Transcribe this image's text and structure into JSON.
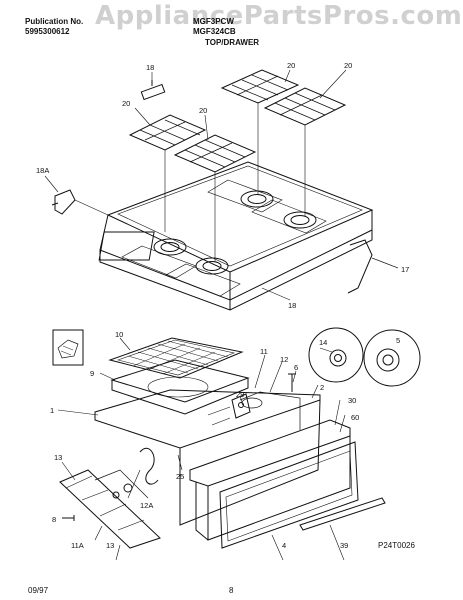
{
  "header": {
    "publication_label": "Publication No.",
    "publication_number": "5995300612",
    "model_1": "MGF3PCW",
    "model_2": "MGF324CB",
    "section_title": "TOP/DRAWER"
  },
  "watermark": "AppliancePartsPros.com",
  "callouts": {
    "c18_top": "18",
    "c20_a": "20",
    "c20_b": "20",
    "c20_c": "20",
    "c20_d": "20",
    "c18a": "18A",
    "c17": "17",
    "c18_bottom": "18",
    "c10": "10",
    "c9": "9",
    "c1": "1",
    "c11": "11",
    "c12": "12",
    "c6": "6",
    "c2": "2",
    "c14": "14",
    "c5": "5",
    "c30": "30",
    "c60": "60",
    "c29": "29",
    "c25": "25",
    "c13_a": "13",
    "c12a": "12A",
    "c8": "8",
    "c11a": "11A",
    "c13_b": "13",
    "c4": "4",
    "c39": "39"
  },
  "footer": {
    "figure_code": "P24T0026",
    "date": "09/97",
    "page_number": "8"
  }
}
